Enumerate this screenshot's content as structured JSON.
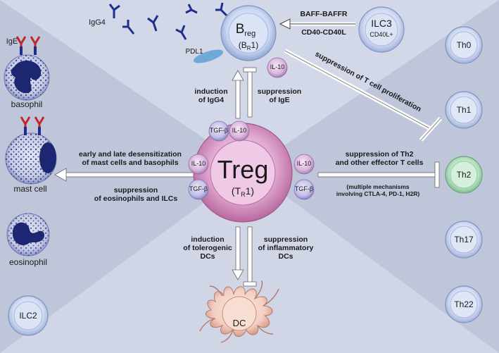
{
  "cells": {
    "breg": {
      "main": "B",
      "sub": "reg",
      "paren_pre": "(B",
      "paren_sub": "R",
      "paren_post": "1)"
    },
    "treg": {
      "main": "Treg",
      "paren_pre": "(T",
      "paren_sub": "R",
      "paren_post": "1)"
    },
    "ilc3": {
      "name": "ILC3",
      "marker": "CD40L+"
    },
    "dc": "DC",
    "ilc2": "ILC2",
    "basophil": "basophil",
    "mast_cell": "mast cell",
    "eosinophil": "eosinophil",
    "th_cells": [
      "Th0",
      "Th1",
      "Th2",
      "Th17",
      "Th22"
    ]
  },
  "antibodies": {
    "igg4": "IgG4",
    "ige": "IgE",
    "pdl1": "PDL1"
  },
  "cytokines": {
    "il10": "IL-10",
    "tgfb": "TGF-β"
  },
  "arrows": {
    "baff": "BAFF-BAFFR",
    "cd40": "CD40-CD40L",
    "suppression_t_prolif": "suppression of T cell proliferation",
    "induction_igg4": [
      "induction",
      "of IgG4"
    ],
    "suppression_ige": [
      "suppression",
      "of IgE"
    ],
    "desensitization": [
      "early and late desensitization",
      "of mast cells and basophils"
    ],
    "suppression_eos": [
      "suppression",
      "of eosinophils and ILCs"
    ],
    "suppression_th2": [
      "suppression of Th2",
      "and other effector T cells"
    ],
    "mechanisms": [
      "(multiple mechanisms",
      "involving CTLA-4, PD-1, H2R)"
    ],
    "induction_dcs": [
      "induction",
      "of tolerogenic",
      "DCs"
    ],
    "suppression_dcs": [
      "suppression",
      "of inflammatory",
      "DCs"
    ]
  },
  "colors": {
    "background": "#c9cfdf",
    "treg": "#d89ac4",
    "breg": "#c9d7f0",
    "th2": "#b9e3c4",
    "th": "#d4dcf2",
    "granulocyte_nucleus": "#1d2670",
    "cytokine": "#d7b4dc",
    "dc": "#f3cfc3",
    "antibody": "#1d2f8a",
    "antibody_ige": "#c0262c"
  }
}
